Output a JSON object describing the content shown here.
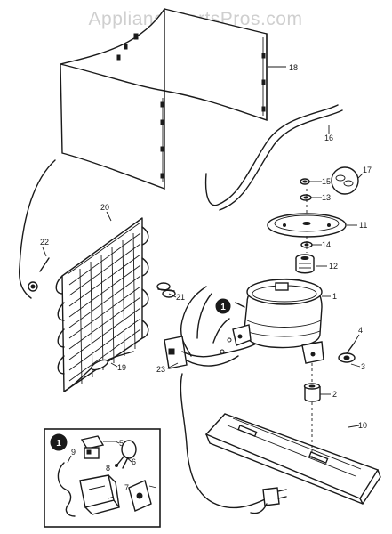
{
  "watermark": "AppliancePartsPros.com",
  "inset_marker": "1",
  "callouts": {
    "c1": "1",
    "c2": "2",
    "c3": "3",
    "c4": "4",
    "c5": "5",
    "c6": "6",
    "c7": "7",
    "c8": "8",
    "c9": "9",
    "c10": "10",
    "c11": "11",
    "c12": "12",
    "c13": "13",
    "c14": "14",
    "c15": "15",
    "c16": "16",
    "c17": "17",
    "c18": "18",
    "c19": "19",
    "c20": "20",
    "c21": "21",
    "c22": "22",
    "c23": "23"
  }
}
